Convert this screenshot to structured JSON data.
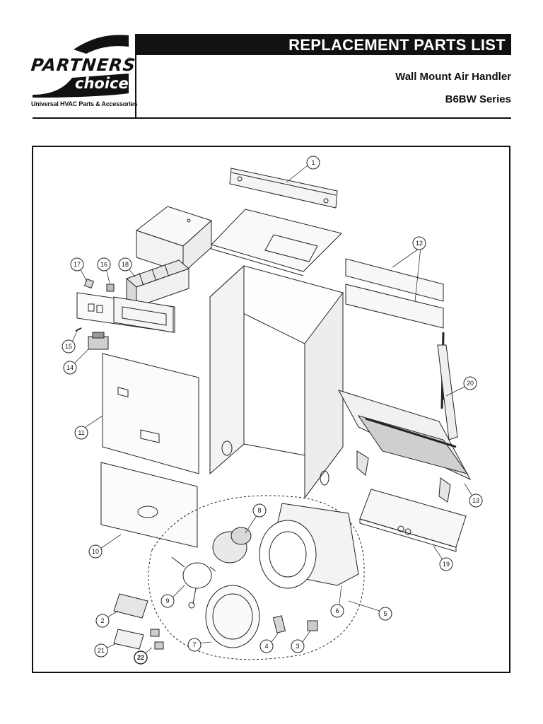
{
  "logo": {
    "brand": "PARTNERS",
    "registered": "®",
    "sub_brand": "choice",
    "tagline": "Universal HVAC Parts & Accessories"
  },
  "header": {
    "title": "REPLACEMENT PARTS LIST",
    "subtitle": "Wall Mount Air Handler",
    "series": "B6BW Series"
  },
  "callouts": {
    "c1": "1",
    "c2": "2",
    "c3": "3",
    "c4": "4",
    "c5": "5",
    "c6": "6",
    "c7": "7",
    "c8": "8",
    "c9": "9",
    "c10": "10",
    "c11": "11",
    "c12": "12",
    "c13": "13",
    "c14": "14",
    "c15": "15",
    "c16": "16",
    "c17": "17",
    "c18": "18",
    "c19": "19",
    "c20": "20",
    "c21": "21",
    "c22": "22"
  },
  "colors": {
    "ink": "#111111",
    "paper": "#ffffff",
    "line": "#333333"
  }
}
